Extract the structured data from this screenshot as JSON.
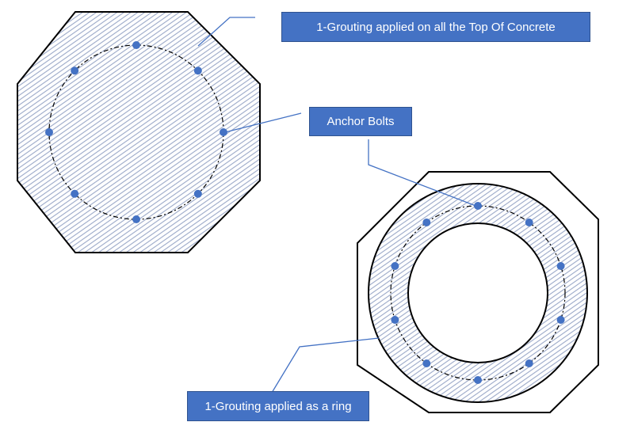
{
  "callouts": {
    "top_of_concrete": "1-Grouting applied on all the Top Of Concrete",
    "anchor_bolts": "Anchor Bolts",
    "ring": "1-Grouting applied as a ring"
  },
  "colors": {
    "callout_fill": "#4472c4",
    "callout_text": "#ffffff",
    "leader_line": "#4472c4",
    "bolt_fill": "#4472c4",
    "hatch": "#9aa8c8",
    "outline": "#000000"
  },
  "icons": {
    "bolt": "filled-circle",
    "hatch": "diagonal-line-hatch"
  },
  "anchor_bolt_count": {
    "full_grout_foundation": 8,
    "ring_grout_foundation": 10
  }
}
